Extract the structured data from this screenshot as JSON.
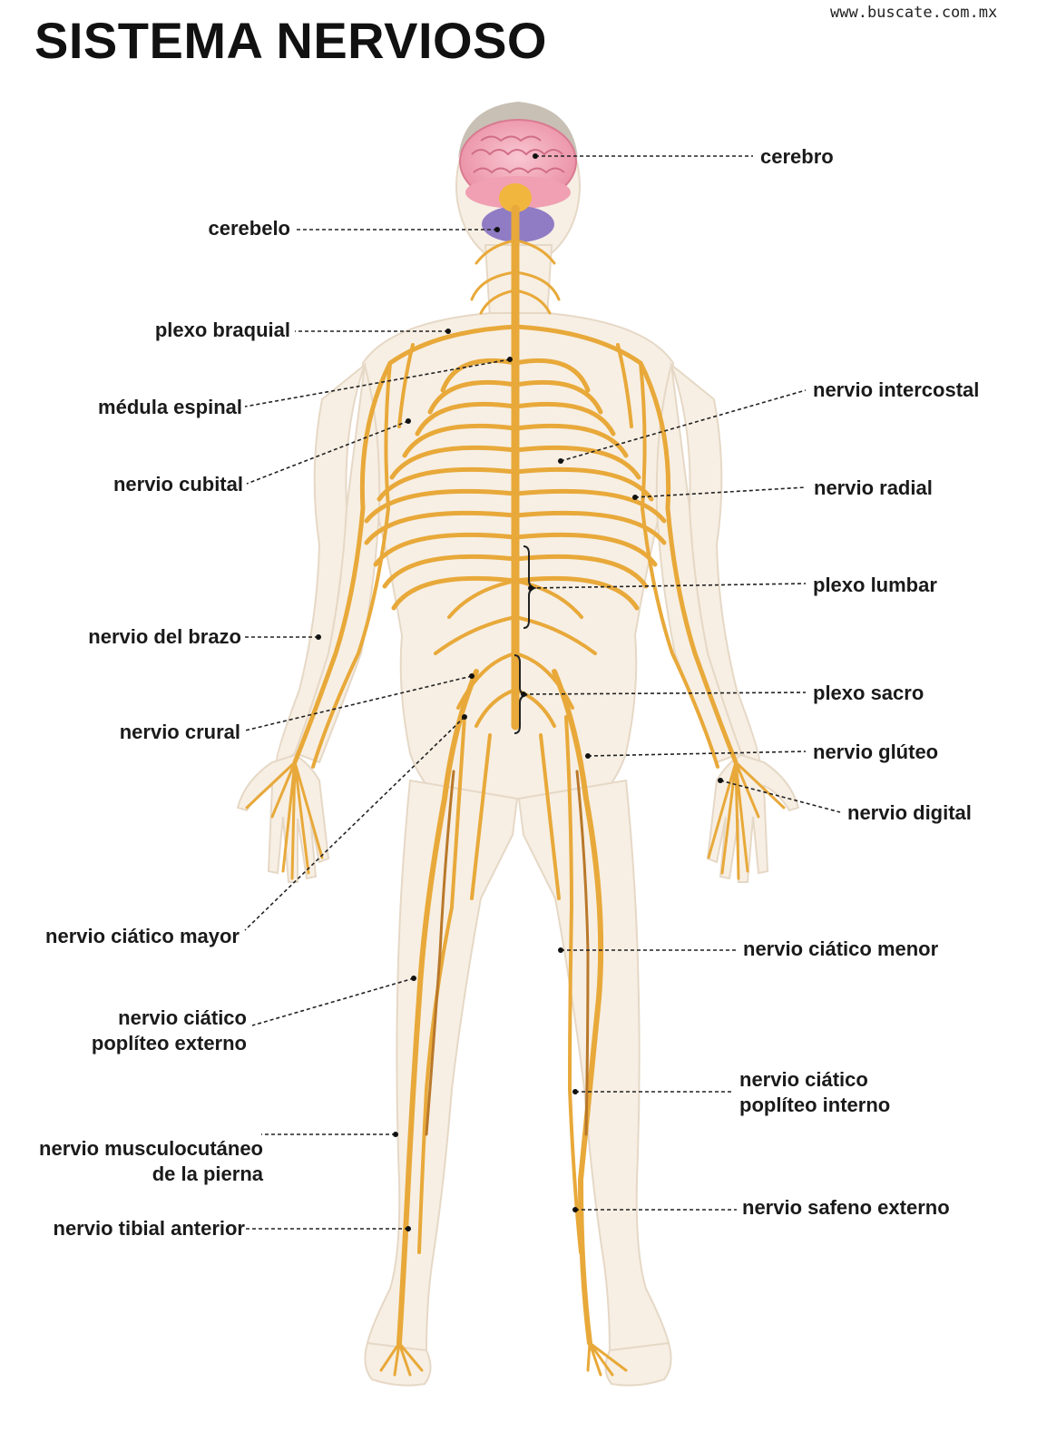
{
  "title": "SISTEMA NERVIOSO",
  "credit": "www.buscate.com.mx",
  "labels": {
    "cerebro": "cerebro",
    "cerebelo": "cerebelo",
    "plexo_braquial": "plexo braquial",
    "medula_espinal": "médula espinal",
    "nervio_intercostal": "nervio intercostal",
    "nervio_cubital": "nervio cubital",
    "nervio_radial": "nervio radial",
    "plexo_lumbar": "plexo lumbar",
    "nervio_del_brazo": "nervio del brazo",
    "plexo_sacro": "plexo sacro",
    "nervio_crural": "nervio crural",
    "nervio_gluteo": "nervio glúteo",
    "nervio_digital": "nervio digital",
    "nervio_ciatico_mayor": "nervio ciático mayor",
    "nervio_ciatico_menor": "nervio ciático menor",
    "nervio_ciatico_popliteo_externo": [
      "nervio ciático",
      "poplíteo externo"
    ],
    "nervio_ciatico_popliteo_interno": [
      "nervio ciático",
      "poplíteo interno"
    ],
    "nervio_musculocutaneo": [
      "nervio musculocutáneo",
      "de la pierna"
    ],
    "nervio_tibial_anterior": "nervio tibial anterior",
    "nervio_safeno_externo": "nervio safeno externo"
  },
  "colors": {
    "skin": "#f7efe4",
    "skin_outline": "#e6d8c6",
    "nerve": "#e8a93a",
    "nerve_dark": "#b9782a",
    "brain": "#f2a8b8",
    "cerebellum": "#8f7cc4",
    "hair": "#c8c0b4"
  }
}
